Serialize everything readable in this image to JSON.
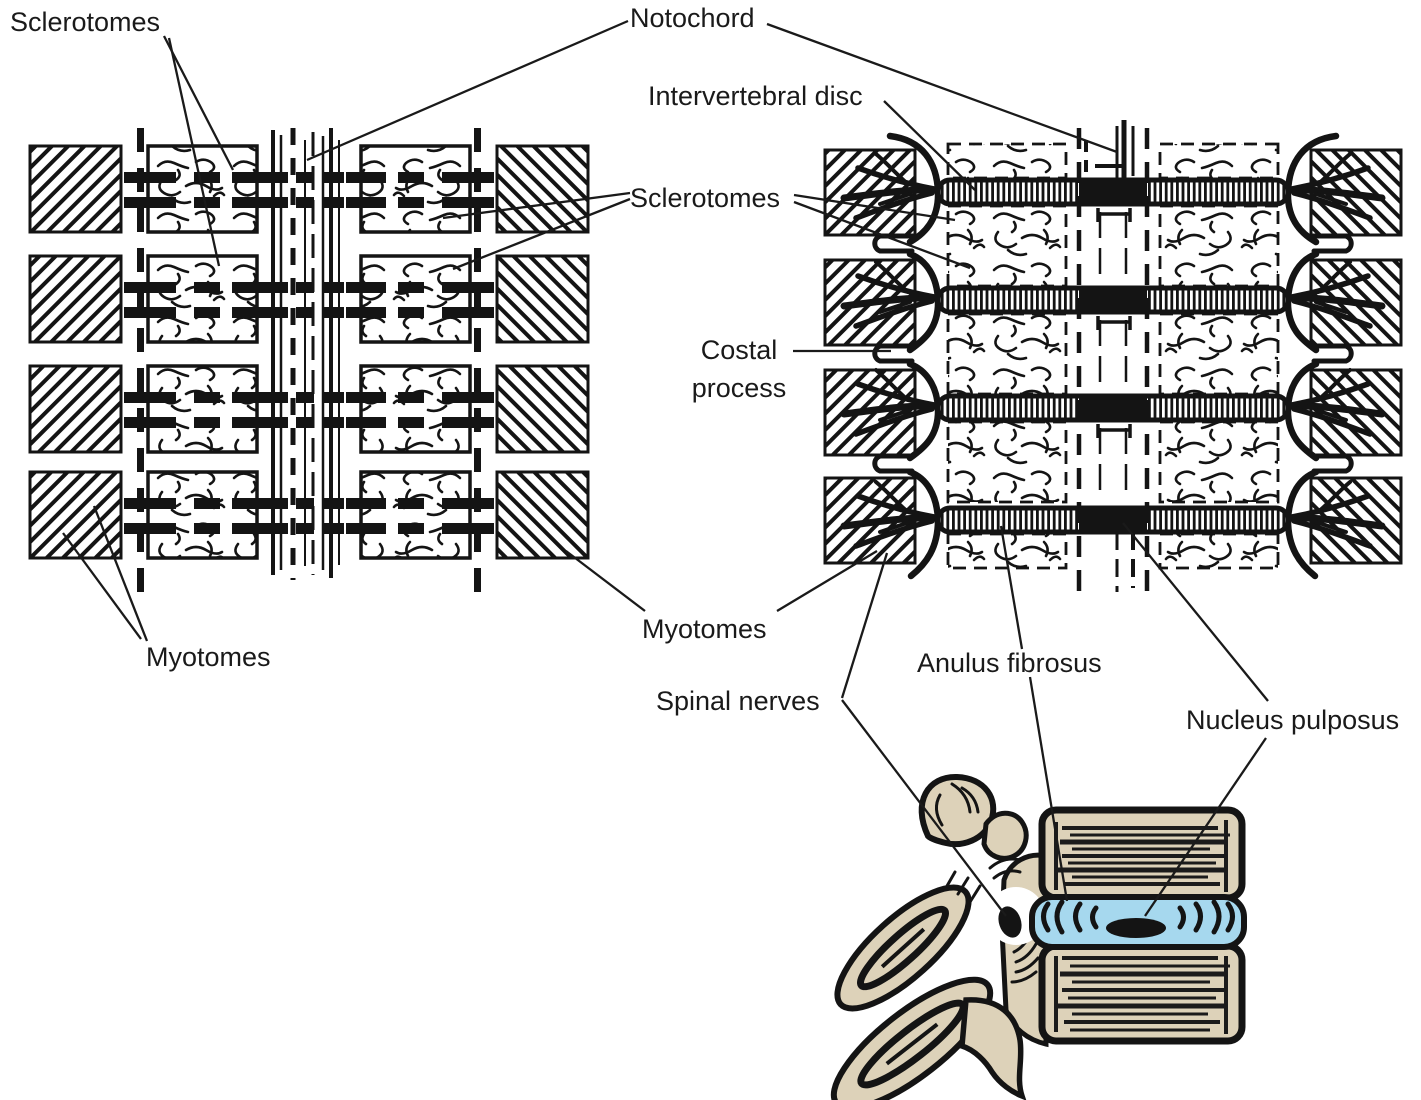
{
  "figure": {
    "title": "Sclerotome and myotome development diagram",
    "labels": {
      "sclerotomes_left": "Sclerotomes",
      "notochord": "Notochord",
      "intervertebral_disc": "Intervertebral disc",
      "sclerotomes_middle": "Sclerotomes",
      "costal_process": {
        "line1": "Costal",
        "line2": "process"
      },
      "myotomes_left": "Myotomes",
      "myotomes_right": "Myotomes",
      "spinal_nerves": "Spinal nerves",
      "anulus_fibrosus": "Anulus fibrosus",
      "nucleus_pulposus": "Nucleus pulposus"
    },
    "colors": {
      "ink": "#141414",
      "bone": "#ddd2b9",
      "disc_blue": "#a6d8ee",
      "background": "#ffffff"
    }
  }
}
